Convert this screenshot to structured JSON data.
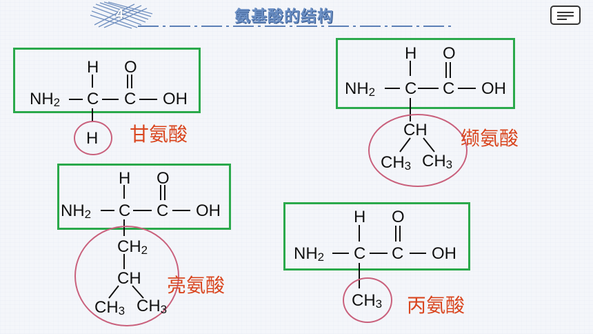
{
  "header": {
    "slide_number": "4",
    "title": "氨基酸的结构"
  },
  "acids": [
    {
      "name": "甘氨酸",
      "r_group": "H"
    },
    {
      "name": "缬氨酸",
      "r_group": [
        "CH",
        "CH3",
        "CH3"
      ]
    },
    {
      "name": "亮氨酸",
      "r_group": [
        "CH2",
        "CH",
        "CH3",
        "CH3"
      ]
    },
    {
      "name": "丙氨酸",
      "r_group": "CH3"
    }
  ],
  "backbone": {
    "amino": "NH2",
    "carbon": "C",
    "hydrogen": "H",
    "oxygen": "O",
    "hydroxyl": "OH"
  },
  "colors": {
    "box": "#2aa94b",
    "circle": "#c9607c",
    "name": "#d9461f"
  }
}
